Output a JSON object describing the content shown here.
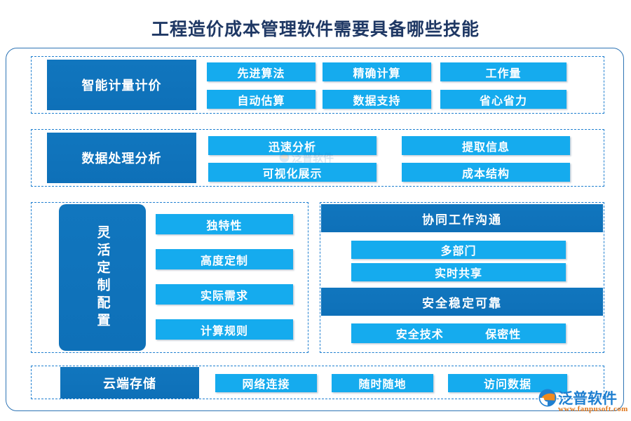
{
  "page": {
    "title": "工程造价成本管理软件需要具备哪些技能",
    "title_color": "#1F3864",
    "accent_dark": "#1176BE",
    "accent_light": "#15ABEE",
    "frame_border_color": "#2E74B5",
    "dashed_border_color": "#1F7FD0"
  },
  "sections": {
    "intelligent_pricing": {
      "label": "智能计量计价",
      "items": [
        {
          "label": "先进算法"
        },
        {
          "label": "精确计算"
        },
        {
          "label": "工作量"
        },
        {
          "label": "自动估算"
        },
        {
          "label": "数据支持"
        },
        {
          "label": "省心省力"
        }
      ]
    },
    "data_analysis": {
      "label": "数据处理分析",
      "items": [
        {
          "label": "迅速分析"
        },
        {
          "label": "提取信息"
        },
        {
          "label": "可视化展示"
        },
        {
          "label": "成本结构"
        }
      ]
    },
    "flexible_config": {
      "label": "灵活定制配置",
      "items": [
        {
          "label": "独特性"
        },
        {
          "label": "高度定制"
        },
        {
          "label": "实际需求"
        },
        {
          "label": "计算规则"
        }
      ]
    },
    "collaboration": {
      "header": "协同工作沟通",
      "items": [
        {
          "label": "多部门"
        },
        {
          "label": "实时共享"
        }
      ]
    },
    "security": {
      "header": "安全稳定可靠",
      "items": [
        {
          "label": "安全技术"
        },
        {
          "label": "保密性"
        }
      ]
    },
    "cloud_storage": {
      "label": "云端存储",
      "items": [
        {
          "label": "网络连接"
        },
        {
          "label": "随时随地"
        },
        {
          "label": "访问数据"
        }
      ]
    }
  },
  "brand": {
    "name": "泛普软件",
    "url": "www.fanpusoft.com",
    "watermark_text": "泛普软件"
  }
}
